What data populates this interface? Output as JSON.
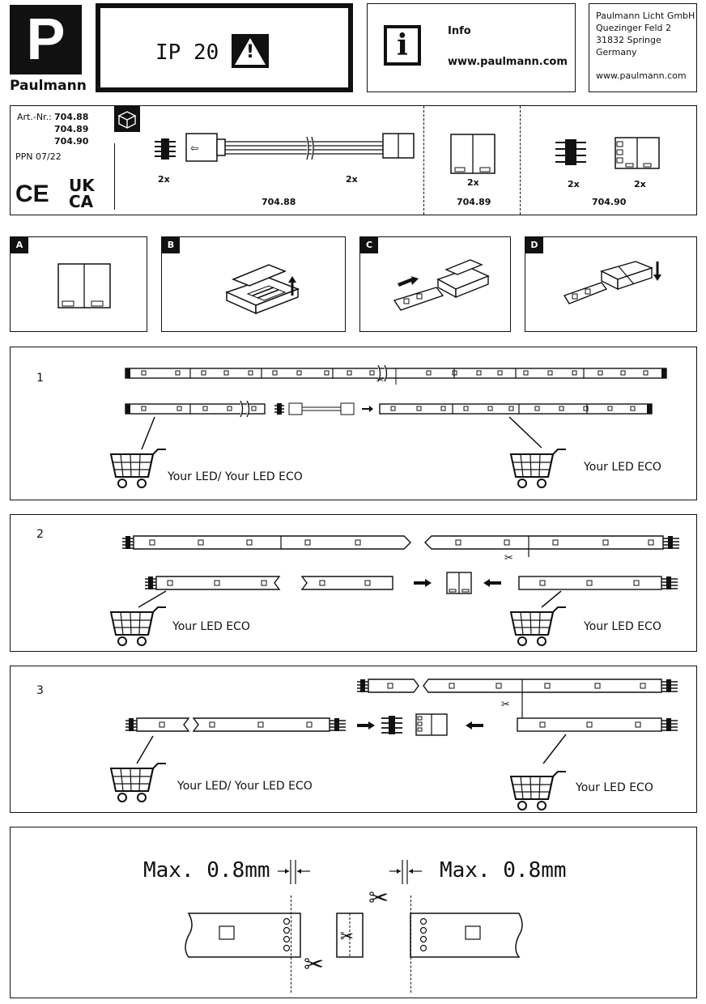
{
  "brand": {
    "logo_letter": "P",
    "name": "Paulmann"
  },
  "ip": {
    "rating": "IP 20",
    "warning_glyph": "!"
  },
  "info": {
    "title": "Info",
    "url": "www.paulmann.com",
    "icon_letter": "i"
  },
  "address": {
    "lines": [
      "Paulmann Licht GmbH",
      "Quezinger Feld 2",
      "31832 Springe",
      "Germany"
    ],
    "url": "www.paulmann.com"
  },
  "articles": {
    "label": "Art.-Nr.:",
    "numbers": [
      "704.88",
      "704.89",
      "704.90"
    ],
    "ppn": "PPN 07/22",
    "ce": "CE",
    "ukca_top": "UK",
    "ukca_bottom": "CA"
  },
  "contents": [
    {
      "article": "704.88",
      "qty_pins": "2x",
      "qty_cable": "2x"
    },
    {
      "article": "704.89",
      "qty": "2x"
    },
    {
      "article": "704.90",
      "qty_pins": "2x",
      "qty_conn": "2x"
    }
  ],
  "steps": [
    "A",
    "B",
    "C",
    "D"
  ],
  "sections": [
    {
      "number": "1",
      "left_label": "Your LED/ Your LED ECO",
      "right_label": "Your LED ECO"
    },
    {
      "number": "2",
      "left_label": "Your LED ECO",
      "right_label": "Your LED ECO"
    },
    {
      "number": "3",
      "left_label": "Your LED/ Your LED ECO",
      "right_label": "Your LED ECO"
    }
  ],
  "cut": {
    "left_text": "Max. 0.8mm",
    "right_text": "Max. 0.8mm"
  }
}
